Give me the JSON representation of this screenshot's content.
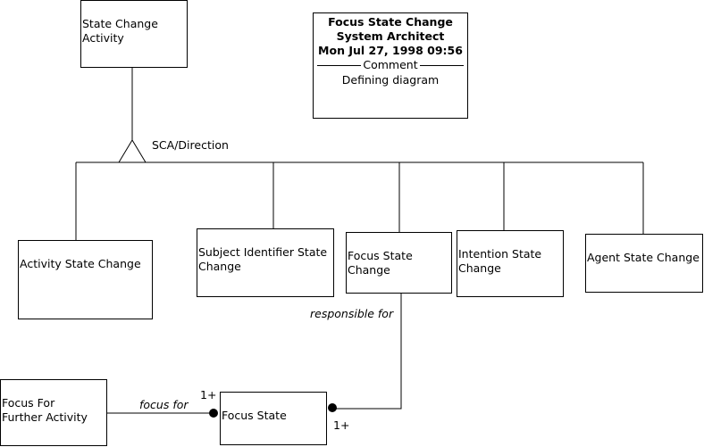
{
  "note": {
    "title": "Focus State Change",
    "author": "System Architect",
    "date": "Mon Jul 27, 1998  09:56",
    "section": "Comment",
    "body": "Defining diagram"
  },
  "entities": {
    "state_change_activity": "State Change\nActivity",
    "activity_state_change": "Activity State Change",
    "subject_identifier_state_change": "Subject Identifier State\nChange",
    "focus_state_change": "Focus State\nChange",
    "intention_state_change": "Intention State\nChange",
    "agent_state_change": "Agent State Change",
    "focus_for_further_activity": "Focus For\nFurther Activity",
    "focus_state": "Focus State"
  },
  "relations": {
    "subtype_label": "SCA/Direction",
    "responsible_for": "responsible for",
    "focus_for": "focus for",
    "card_focus_for": "1+",
    "card_responsible": "1+"
  }
}
